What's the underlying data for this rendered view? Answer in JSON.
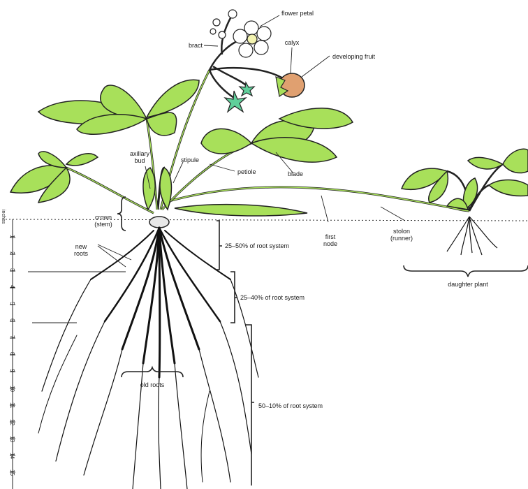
{
  "labels": {
    "flower_petal": "flower petal",
    "bract": "bract",
    "calyx": "calyx",
    "developing_fruit": "developing fruit",
    "axillary_bud": "axillary\nbud",
    "stipule": "stipule",
    "petiole": "petiole",
    "blade": "blade",
    "crown": "crown\n(stem)",
    "new_roots": "new\nroots",
    "first_node": "first\nnode",
    "stolon": "stolon\n(runner)",
    "daughter_plant": "daughter plant",
    "root_pct_1": "25–50% of root system",
    "root_pct_2": "25–40% of root system",
    "old_roots": "old roots",
    "root_pct_3": "50–10% of root system"
  },
  "ruler": {
    "unit": "inches",
    "ticks": [
      "1",
      "2",
      "3",
      "4",
      "5",
      "6",
      "7",
      "8",
      "9",
      "10",
      "11",
      "12",
      "13",
      "14",
      "15"
    ]
  },
  "colors": {
    "leaf": "#a8e05a",
    "leaf_dark": "#6aa32a",
    "fruit": "#e0a070",
    "sepal": "#5fcf9a",
    "line": "#111111"
  }
}
